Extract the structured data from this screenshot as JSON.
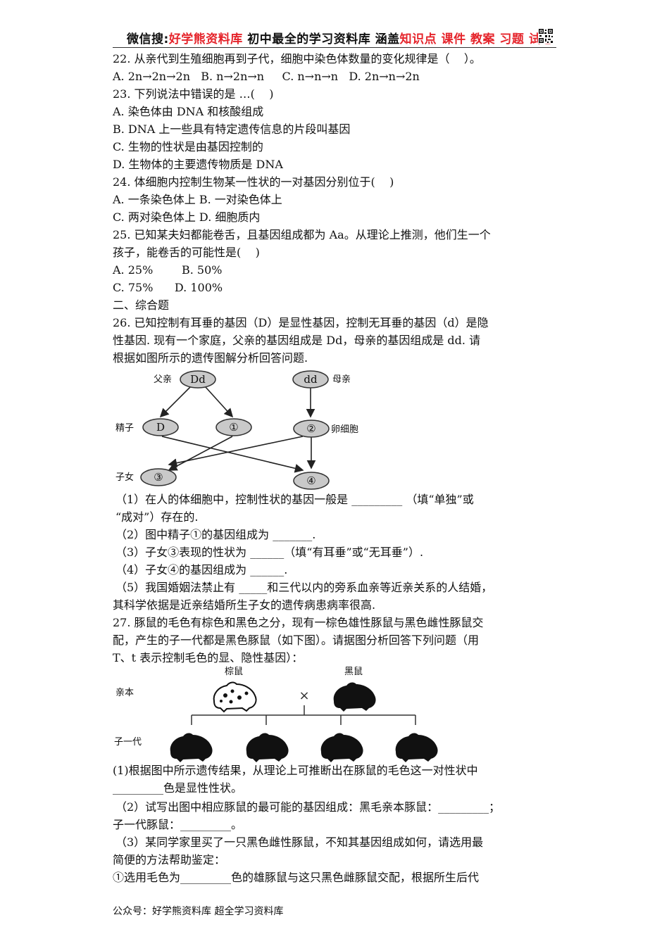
{
  "header": {
    "part1": "微信搜:",
    "part2": "好学熊资料库",
    "part3": " 初中最全的学习资料库 涵盖",
    "part4": "知识点 课件 教案 习题 试卷"
  },
  "lines": [
    "22. 从亲代到生殖细胞再到子代，细胞中染色体数量的变化规律是（    ）。",
    "A. 2n→2n→2n   B. n→2n→n     C. n→n→n   D. 2n→n→2n",
    "23. 下列说法中错误的是 …(    )",
    "A. 染色体由 DNA 和核酸组成",
    "B. DNA 上一些具有特定遗传信息的片段叫基因",
    "C. 生物的性状是由基因控制的",
    "D. 生物体的主要遗传物质是 DNA",
    "24. 体细胞内控制生物某一性状的一对基因分别位于(    )",
    "A. 一条染色体上 B. 一对染色体上",
    "C. 两对染色体上 D. 细胞质内",
    "25. 已知某夫妇都能卷舌，且基因组成都为 Aa。从理论上推测，他们生一个",
    "孩子，能卷舌的可能性是(    )",
    "A. 25%        B. 50%",
    "C. 75%      D. 100%",
    "二、综合题",
    "26. 已知控制有耳垂的基因（D）是显性基因，控制无耳垂的基因（d）是隐",
    "性基因. 现有一个家庭，父亲的基因组成是 Dd，母亲的基因组成是 dd. 请",
    "根据如图所示的遗传图解分析回答问题."
  ],
  "q26_parts": [
    "（1）在人的体细胞中，控制性状的基因一般是 _________ （填“单独”或",
    "“成对”）存在的.",
    "（2）图中精子①的基因组成为 _______.",
    "（3）子女③表现的性状为 ______（填“有耳垂”或“无耳垂”）.",
    "（4）子女④的基因组成为 ______.",
    "（5）我国婚姻法禁止有 _____和三代以内的旁系血亲等近亲关系的人结婚，",
    "其科学依据是近亲结婚所生子女的遗传病患病率很高.",
    "27. 豚鼠的毛色有棕色和黑色之分，现有一棕色雄性豚鼠与黑色雌性豚鼠交",
    "配，产生的子一代都是黑色豚鼠（如下图）。请据图分析回答下列问题（用",
    "T、t 表示控制毛色的显、隐性基因）："
  ],
  "q27_parts": [
    "(1)根据图中所示遗传结果，从理论上可推断出在豚鼠的毛色这一对性状中",
    "_________色是显性性状。",
    "（2）试写出图中相应豚鼠的最可能的基因组成：黑毛亲本豚鼠：_________；",
    "子一代豚鼠：_________。",
    "（3）某同学家里买了一只黑色雌性豚鼠，不知其基因组成如何，请选用最",
    "简便的方法帮助鉴定：",
    "①选用毛色为_________色的雄豚鼠与这只黑色雌豚鼠交配，根据所生后代"
  ],
  "fig26": {
    "father": "父亲",
    "mother": "母亲",
    "sperm": "精子",
    "egg": "卵细胞",
    "child": "子女",
    "father_gene": "Dd",
    "mother_gene": "dd",
    "sperm1": "D",
    "sperm2": "①",
    "egg_gene": "②",
    "child1": "③",
    "child2": "④"
  },
  "fig27": {
    "brown": "棕鼠",
    "black": "黑鼠",
    "parents": "亲本",
    "cross": "×",
    "f1": "子一代"
  },
  "footer": "公众号：好学熊资料库 超全学习资料库"
}
